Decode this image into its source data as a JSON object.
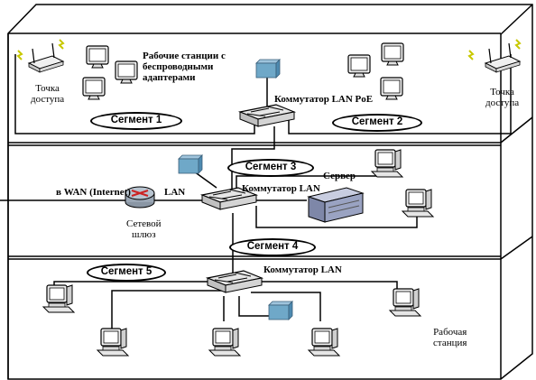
{
  "labels": {
    "workstations_wireless": [
      "Рабочие станции с",
      "беспроводными",
      "адаптерами"
    ],
    "access_point_left": [
      "Точка",
      "доступа"
    ],
    "access_point_right": [
      "Точка",
      "доступа"
    ],
    "switch_poe": "Коммутатор LAN PoE",
    "segment_1": "Сегмент 1",
    "segment_2": "Сегмент 2",
    "segment_3": "Сегмент 3",
    "segment_4": "Сегмент 4",
    "segment_5": "Сегмент 5",
    "wan": "в WAN (Internet)",
    "lan": "LAN",
    "switch_lan_1": "Коммутатор LAN",
    "server": "Сервер",
    "gateway": [
      "Сетевой",
      "шлюз"
    ],
    "switch_lan_2": "Коммутатор LAN",
    "workstation": [
      "Рабочая",
      "станция"
    ]
  },
  "colors": {
    "line": "#000000",
    "floor_side": "#d9d9d9",
    "floor_front": "#ffffff",
    "device_blue": "#6fa8c8",
    "monitor_fill": "#f2f2f2",
    "switch_fill": "#c8c8c8",
    "router_fill": "#b8c4d0",
    "router_arrow": "#cc2222",
    "server_fill": "#9aa3c2"
  }
}
